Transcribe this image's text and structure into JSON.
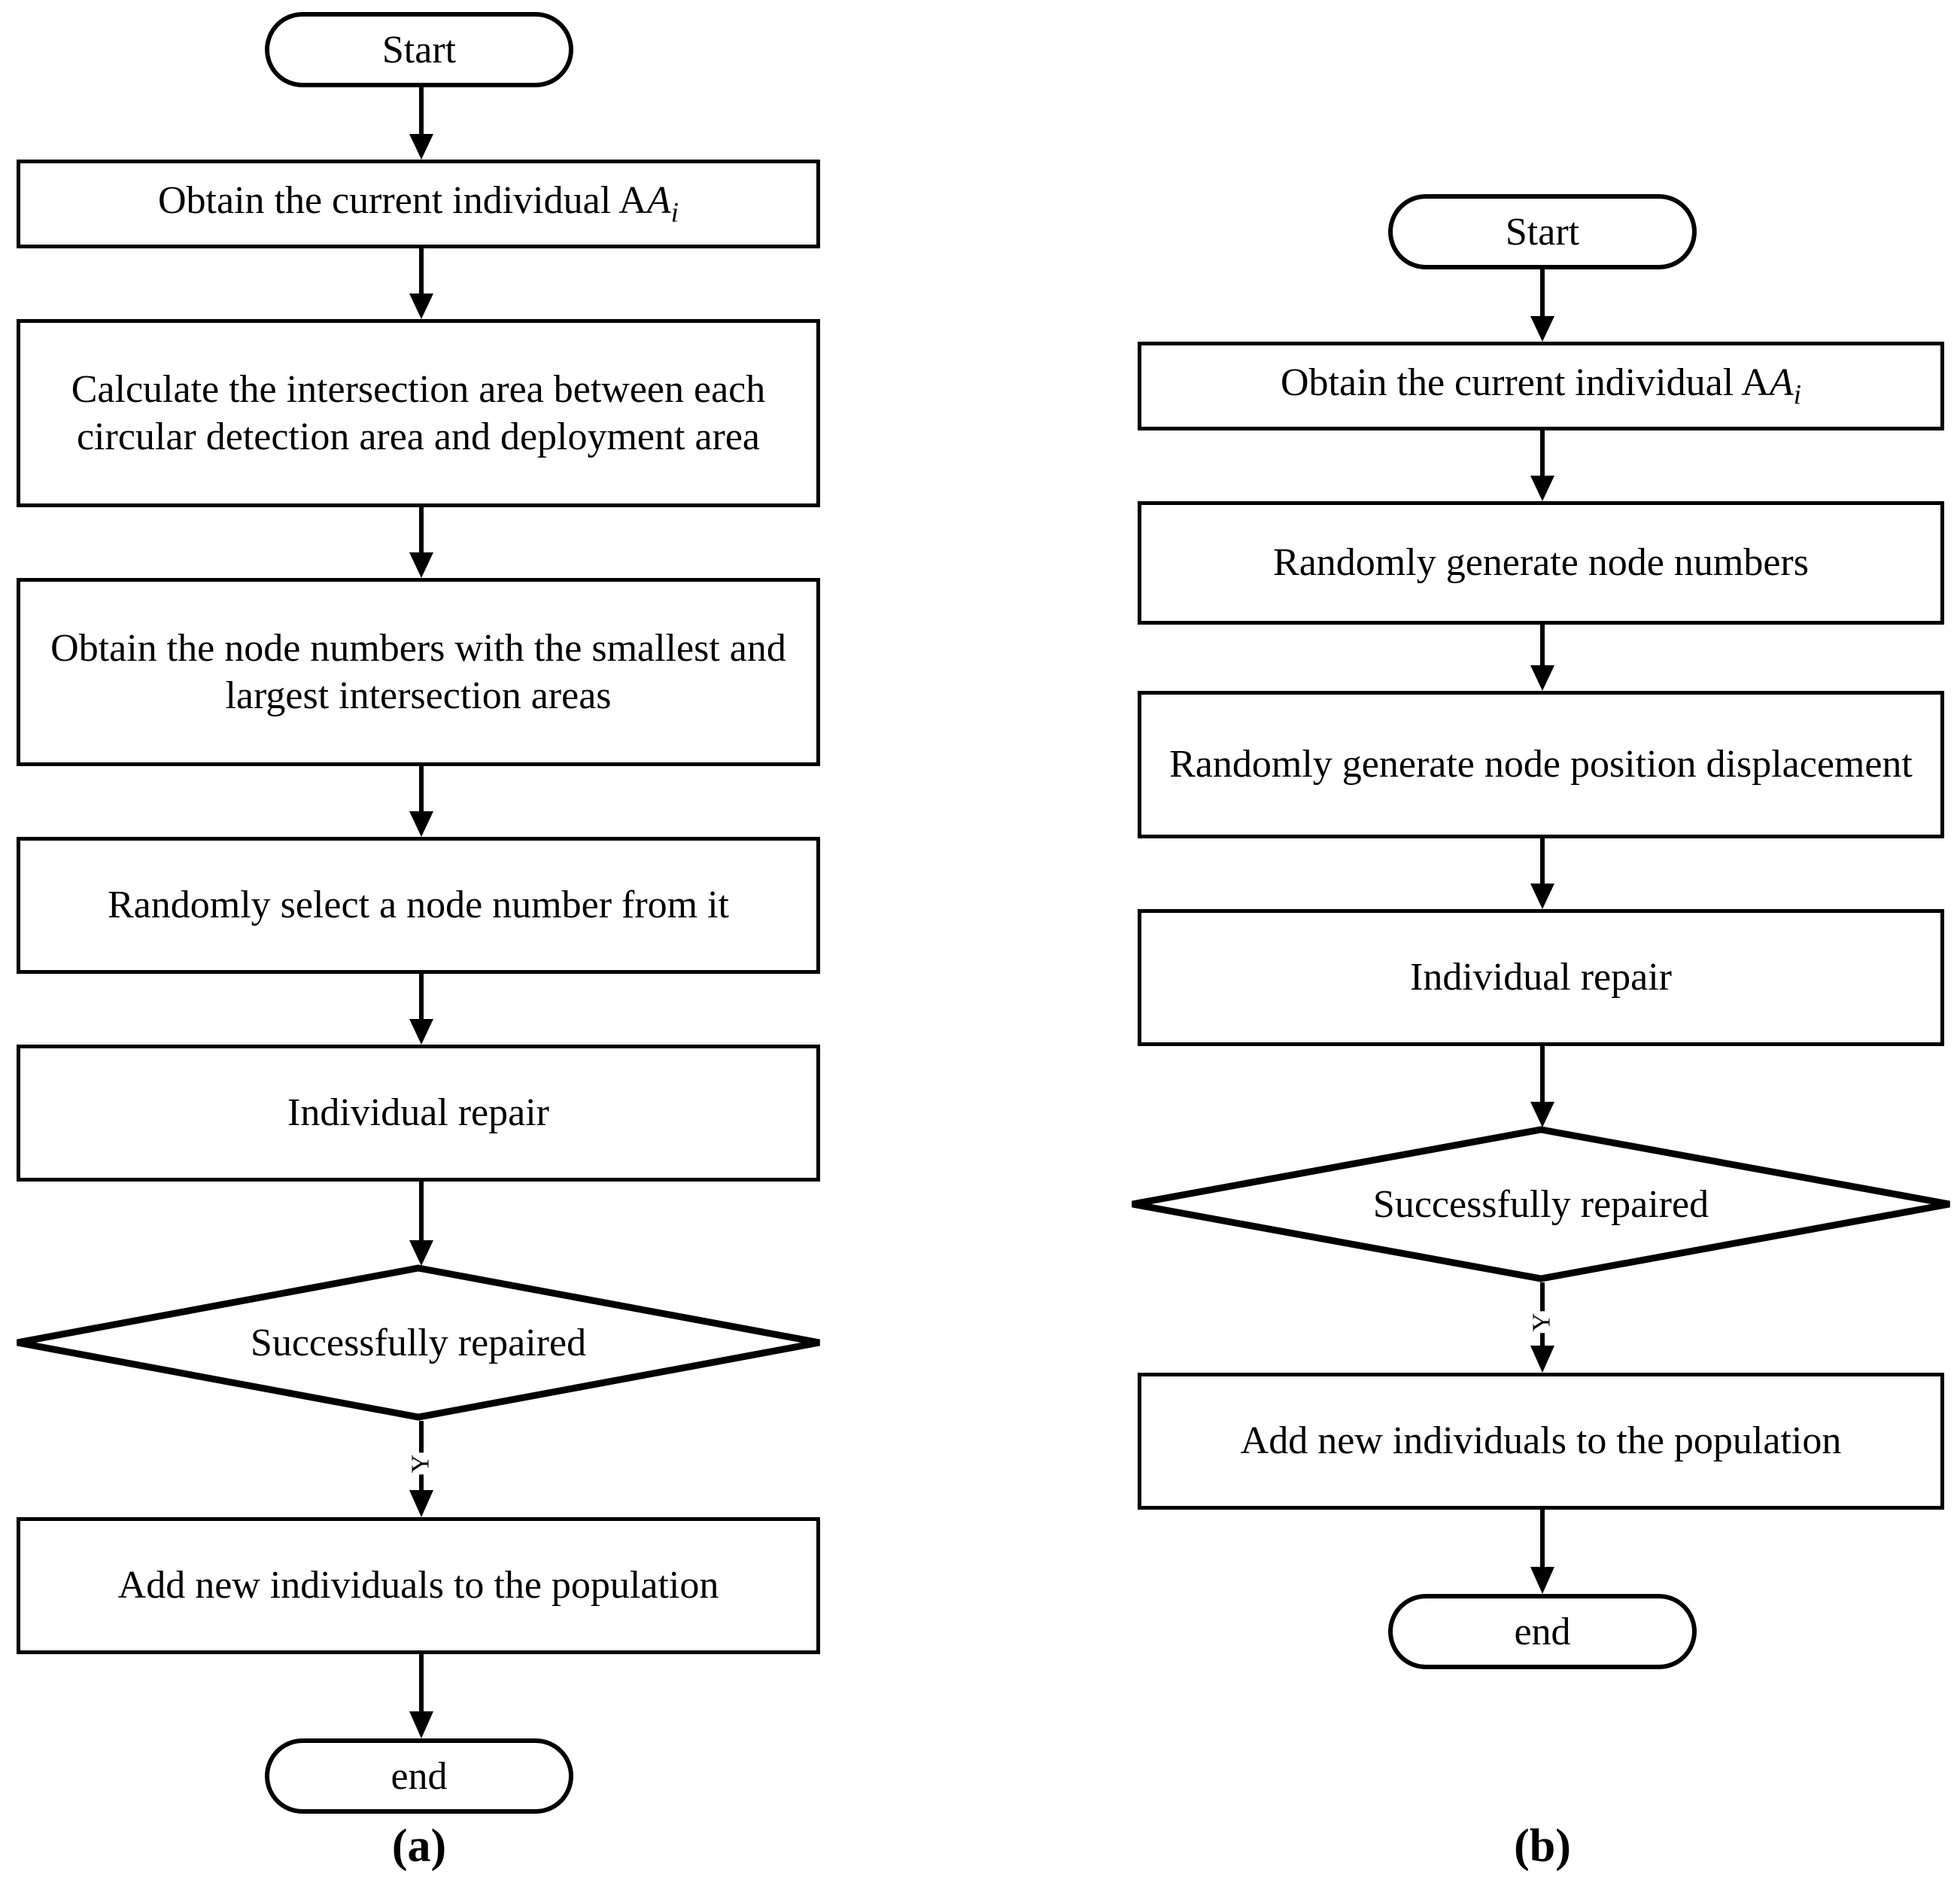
{
  "figure": {
    "background_color": "#ffffff",
    "stroke_color": "#000000",
    "panels": [
      {
        "caption": "(a)",
        "nodes": [
          {
            "id": "a-start",
            "type": "terminal",
            "text": "Start"
          },
          {
            "id": "a-obtain",
            "type": "process",
            "text": "Obtain the current individual A",
            "math_var": "A",
            "math_sub": "i"
          },
          {
            "id": "a-calculate",
            "type": "process",
            "text": "Calculate the intersection area between each circular detection area and deployment area"
          },
          {
            "id": "a-nodenums",
            "type": "process",
            "text": "Obtain the node numbers with the smallest and largest intersection areas"
          },
          {
            "id": "a-select",
            "type": "process",
            "text": "Randomly select a node number from it"
          },
          {
            "id": "a-repair",
            "type": "process",
            "text": "Individual repair"
          },
          {
            "id": "a-decision",
            "type": "decision",
            "text": "Successfully repaired"
          },
          {
            "id": "a-add",
            "type": "process",
            "text": "Add new individuals to the population"
          },
          {
            "id": "a-end",
            "type": "terminal",
            "text": "end"
          }
        ],
        "edge_labels": [
          {
            "id": "a-yes",
            "text": "Y"
          }
        ]
      },
      {
        "caption": "(b)",
        "nodes": [
          {
            "id": "b-start",
            "type": "terminal",
            "text": "Start"
          },
          {
            "id": "b-obtain",
            "type": "process",
            "text": "Obtain the current individual A",
            "math_var": "A",
            "math_sub": "i"
          },
          {
            "id": "b-gennums",
            "type": "process",
            "text": "Randomly generate node numbers"
          },
          {
            "id": "b-gendisp",
            "type": "process",
            "text": "Randomly generate node position displacement"
          },
          {
            "id": "b-repair",
            "type": "process",
            "text": "Individual repair"
          },
          {
            "id": "b-decision",
            "type": "decision",
            "text": "Successfully repaired"
          },
          {
            "id": "b-add",
            "type": "process",
            "text": "Add new individuals to the population"
          },
          {
            "id": "b-end",
            "type": "terminal",
            "text": "end"
          }
        ],
        "edge_labels": [
          {
            "id": "b-yes",
            "text": "Y"
          }
        ]
      }
    ]
  }
}
